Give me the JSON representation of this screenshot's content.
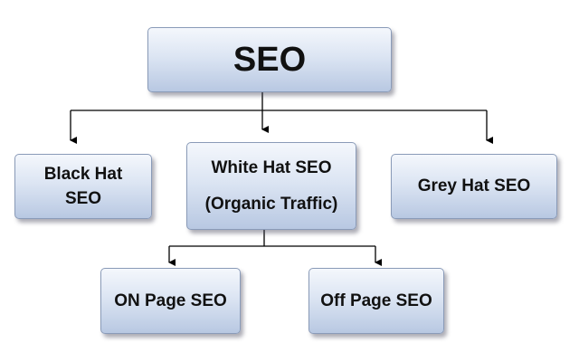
{
  "diagram": {
    "root": {
      "label": "SEO"
    },
    "children": [
      {
        "id": "black-hat",
        "lines": [
          "Black Hat",
          "SEO"
        ]
      },
      {
        "id": "white-hat",
        "lines": [
          "White Hat SEO",
          "(Organic Traffic)"
        ]
      },
      {
        "id": "grey-hat",
        "lines": [
          "Grey Hat SEO"
        ]
      }
    ],
    "grandchildren": [
      {
        "id": "on-page",
        "lines": [
          "ON Page SEO"
        ]
      },
      {
        "id": "off-page",
        "lines": [
          "Off Page SEO"
        ]
      }
    ],
    "colors": {
      "box_border": "#8a9bb8",
      "box_gradient_top": "#f4f7fc",
      "box_gradient_bottom": "#b8c8e2",
      "connector": "#000000",
      "text": "#111111"
    }
  }
}
